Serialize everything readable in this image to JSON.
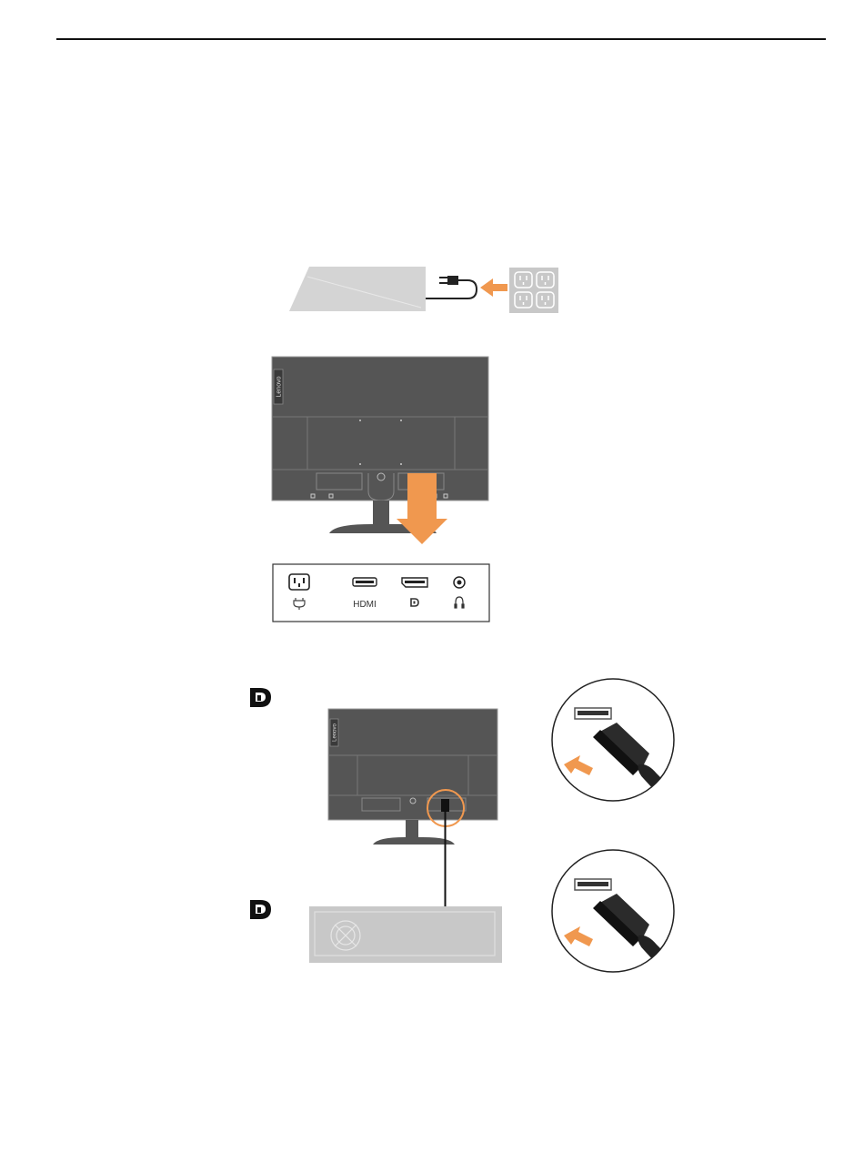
{
  "monitor_back": {
    "brand_label": "Lenovo"
  },
  "port_panel": {
    "ports": [
      {
        "name": "power",
        "label": "power-plug-icon"
      },
      {
        "name": "hdmi",
        "label": "HDMI"
      },
      {
        "name": "displayport",
        "label": "displayport-icon"
      },
      {
        "name": "headphone",
        "label": "headphone-icon"
      }
    ],
    "hdmi_label": "HDMI"
  },
  "colors": {
    "accent_orange": "#F0984F",
    "panel_gray": "#555555",
    "light_gray": "#C8C8C8"
  }
}
